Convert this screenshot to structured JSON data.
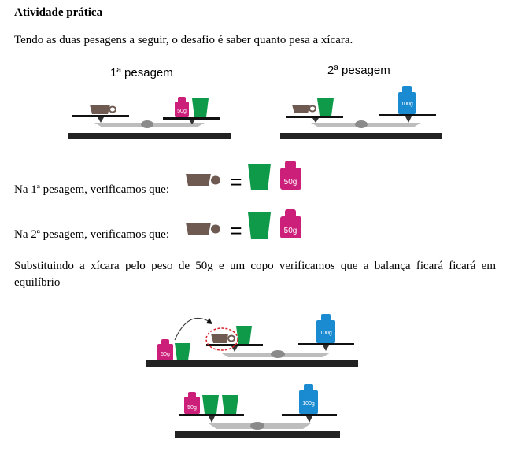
{
  "title": "Atividade prática",
  "intro": "Tendo as duas pesagens a seguir, o desafio é saber quanto pesa a xícara.",
  "weighing_1": {
    "label": "1ª pesagem",
    "weight_label": "50g"
  },
  "weighing_2": {
    "label": "2ª pesagem",
    "weight_label": "100g"
  },
  "equation_1": {
    "text": "Na 1ª pesagem, verificamos que:",
    "equals": "=",
    "weight_label": "50g"
  },
  "equation_2": {
    "text": "Na 2ª pesagem, verificamos que:",
    "equals": "=",
    "weight_label": "50g"
  },
  "substitution": "Substituindo a xícara pelo peso de 50g e um copo verificamos que a balança ficará ficará em equilíbrio",
  "final_scale_1": {
    "left_weight_label": "50g",
    "right_weight_label": "100g"
  },
  "final_scale_2": {
    "left_weight_label": "50g",
    "right_weight_label": "100g"
  },
  "colors": {
    "cup": "#6f5a52",
    "glass": "#0e9a48",
    "weight_pink": "#cc1f7a",
    "weight_blue": "#1a8bd1",
    "base": "#222222",
    "plate": "#111111",
    "beam": "#bdbdbd"
  }
}
